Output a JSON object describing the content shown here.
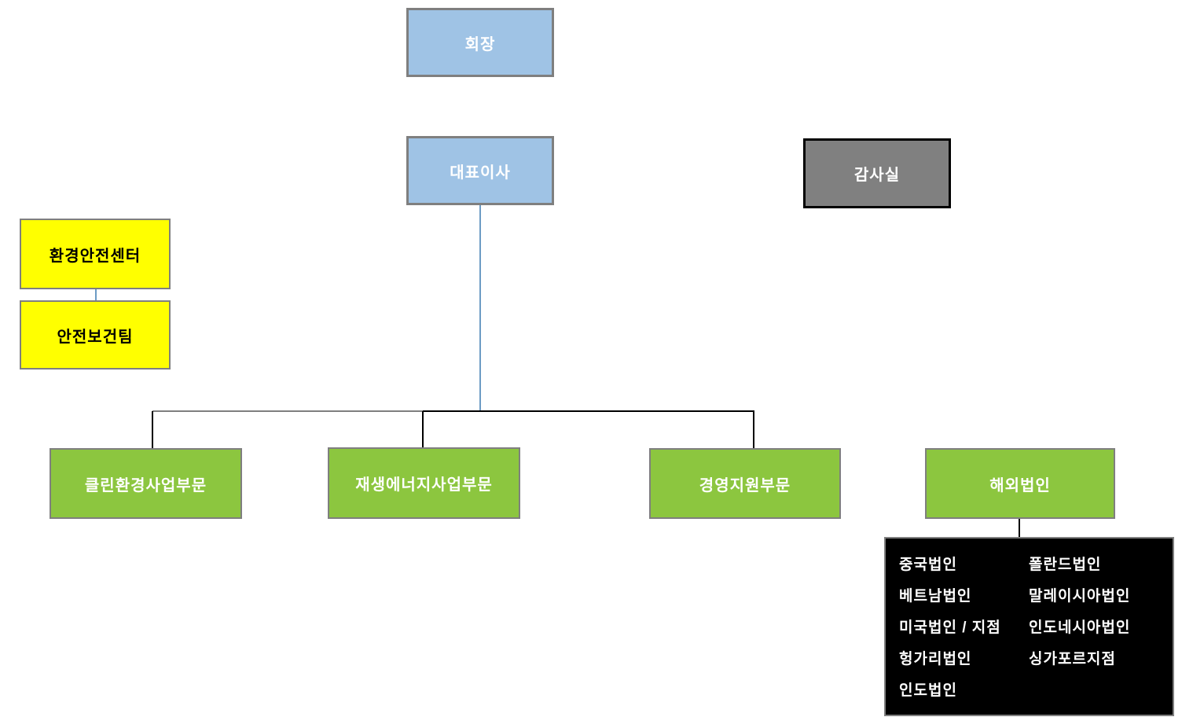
{
  "org_chart": {
    "chairman": {
      "label": "회장"
    },
    "ceo": {
      "label": "대표이사"
    },
    "audit_office": {
      "label": "감사실"
    },
    "staff_units": {
      "env_safety_center": {
        "label": "환경안전센터"
      },
      "safety_health_team": {
        "label": "안전보건팀"
      }
    },
    "divisions": {
      "clean_environment": {
        "label": "클린환경사업부문"
      },
      "renewable_energy": {
        "label": "재생에너지사업부문"
      },
      "management_support": {
        "label": "경영지원부문"
      },
      "overseas": {
        "label": "해외법인"
      }
    },
    "overseas_entities": {
      "column_left": [
        "중국법인",
        "베트남법인",
        "미국법인 / 지점",
        "헝가리법인",
        "인도법인"
      ],
      "column_right": [
        "폴란드법인",
        "말레이시아법인",
        "인도네시아법인",
        "싱가포르지점"
      ]
    },
    "colors": {
      "executive_blue": "#9FC3E5",
      "audit_gray": "#808080",
      "staff_yellow": "#FFFF00",
      "division_green": "#8CC63F",
      "overseas_panel_black": "#000000",
      "border_gray": "#7F7F7F",
      "audit_border_black": "#000000",
      "connector_blue": "#6C9BC4",
      "connector_black": "#000000"
    }
  }
}
